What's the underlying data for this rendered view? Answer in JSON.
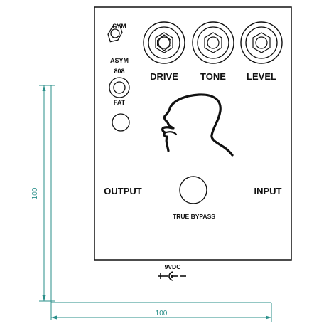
{
  "pedal": {
    "switches": {
      "clip_top": "SYM",
      "clip_bottom": "ASYM",
      "voice_top": "808",
      "voice_bottom": "FAT"
    },
    "knobs": {
      "drive": "DRIVE",
      "tone": "TONE",
      "level": "LEVEL"
    },
    "jacks": {
      "output": "OUTPUT",
      "input": "INPUT",
      "power": "9VDC"
    },
    "footswitch_label": "TRUE BYPASS"
  },
  "dimensions": {
    "height": "100",
    "width": "100"
  },
  "colors": {
    "outline": "#111111",
    "dimension_line": "#2a8f8a"
  }
}
